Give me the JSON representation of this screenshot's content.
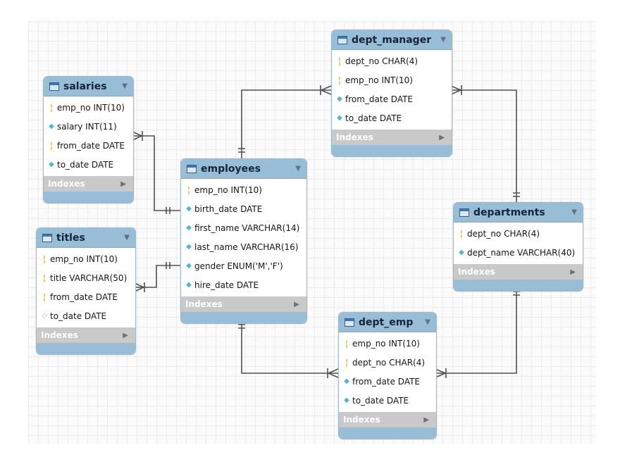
{
  "colors": {
    "header": "#98bdd6",
    "indexes_bar": "#c9c9c9",
    "connector": "#505050",
    "key_icon": "#e3b11f",
    "column_icon": "#4fb6d6"
  },
  "icons": {
    "table": "table-icon",
    "primary_key": "key-icon",
    "column": "diamond-icon",
    "nullable_column": "hollow-diamond-icon",
    "collapse": "triangle-down-icon",
    "expand_indexes": "triangle-right-icon"
  },
  "tables": [
    {
      "id": "salaries",
      "name": "salaries",
      "indexes_label": "Indexes",
      "columns": [
        {
          "text": "emp_no INT(10)",
          "icon": "key"
        },
        {
          "text": "salary INT(11)",
          "icon": "diamond"
        },
        {
          "text": "from_date DATE",
          "icon": "key"
        },
        {
          "text": "to_date DATE",
          "icon": "diamond"
        }
      ]
    },
    {
      "id": "titles",
      "name": "titles",
      "indexes_label": "Indexes",
      "columns": [
        {
          "text": "emp_no INT(10)",
          "icon": "key"
        },
        {
          "text": "title VARCHAR(50)",
          "icon": "key"
        },
        {
          "text": "from_date DATE",
          "icon": "key"
        },
        {
          "text": "to_date DATE",
          "icon": "hollow-diamond"
        }
      ]
    },
    {
      "id": "employees",
      "name": "employees",
      "indexes_label": "Indexes",
      "columns": [
        {
          "text": "emp_no INT(10)",
          "icon": "key"
        },
        {
          "text": "birth_date DATE",
          "icon": "diamond"
        },
        {
          "text": "first_name VARCHAR(14)",
          "icon": "diamond"
        },
        {
          "text": "last_name VARCHAR(16)",
          "icon": "diamond"
        },
        {
          "text": "gender ENUM('M','F')",
          "icon": "diamond"
        },
        {
          "text": "hire_date DATE",
          "icon": "diamond"
        }
      ]
    },
    {
      "id": "dept_manager",
      "name": "dept_manager",
      "indexes_label": "Indexes",
      "columns": [
        {
          "text": "dept_no CHAR(4)",
          "icon": "key"
        },
        {
          "text": "emp_no INT(10)",
          "icon": "key"
        },
        {
          "text": "from_date DATE",
          "icon": "diamond"
        },
        {
          "text": "to_date DATE",
          "icon": "diamond"
        }
      ]
    },
    {
      "id": "departments",
      "name": "departments",
      "indexes_label": "Indexes",
      "columns": [
        {
          "text": "dept_no CHAR(4)",
          "icon": "key"
        },
        {
          "text": "dept_name VARCHAR(40)",
          "icon": "diamond"
        }
      ]
    },
    {
      "id": "dept_emp",
      "name": "dept_emp",
      "indexes_label": "Indexes",
      "columns": [
        {
          "text": "emp_no INT(10)",
          "icon": "key"
        },
        {
          "text": "dept_no CHAR(4)",
          "icon": "key"
        },
        {
          "text": "from_date DATE",
          "icon": "diamond"
        },
        {
          "text": "to_date DATE",
          "icon": "diamond"
        }
      ]
    }
  ],
  "relationships": [
    {
      "from": "employees",
      "to": "salaries",
      "from_cardinality": "one",
      "to_cardinality": "many"
    },
    {
      "from": "employees",
      "to": "titles",
      "from_cardinality": "one",
      "to_cardinality": "many"
    },
    {
      "from": "employees",
      "to": "dept_manager",
      "from_cardinality": "one",
      "to_cardinality": "many"
    },
    {
      "from": "departments",
      "to": "dept_manager",
      "from_cardinality": "one",
      "to_cardinality": "many"
    },
    {
      "from": "employees",
      "to": "dept_emp",
      "from_cardinality": "one",
      "to_cardinality": "many"
    },
    {
      "from": "departments",
      "to": "dept_emp",
      "from_cardinality": "one",
      "to_cardinality": "many"
    }
  ]
}
